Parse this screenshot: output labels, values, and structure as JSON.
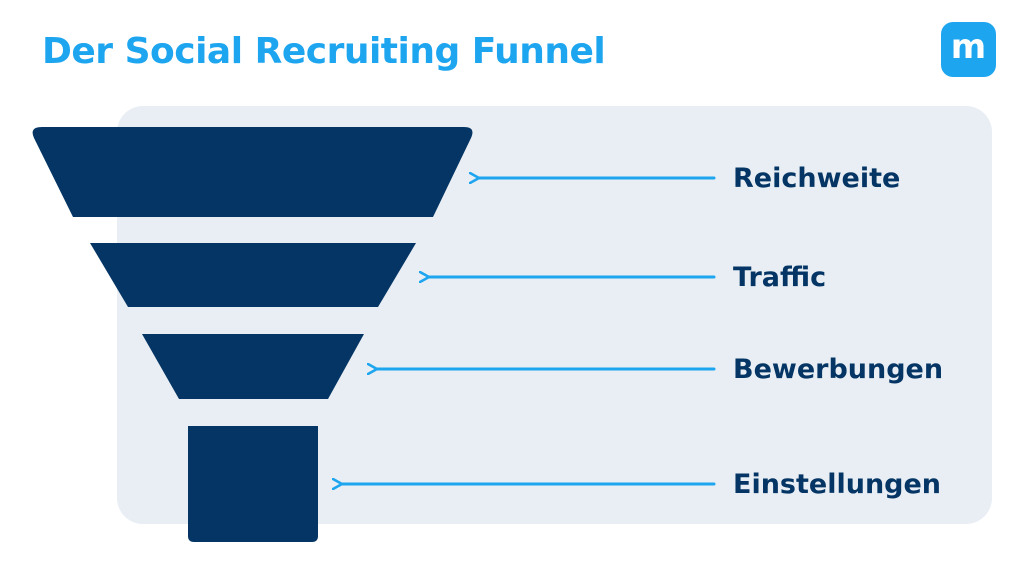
{
  "title": "Der Social Recruiting Funnel",
  "logo": {
    "letter": "m",
    "icon": "brand-m-logo"
  },
  "colors": {
    "accent": "#1ea5ef",
    "funnel": "#043565",
    "panel": "#e8eef3"
  },
  "stages": [
    {
      "label": "Reichweite"
    },
    {
      "label": "Traffic"
    },
    {
      "label": "Bewerbungen"
    },
    {
      "label": "Einstellungen"
    }
  ]
}
